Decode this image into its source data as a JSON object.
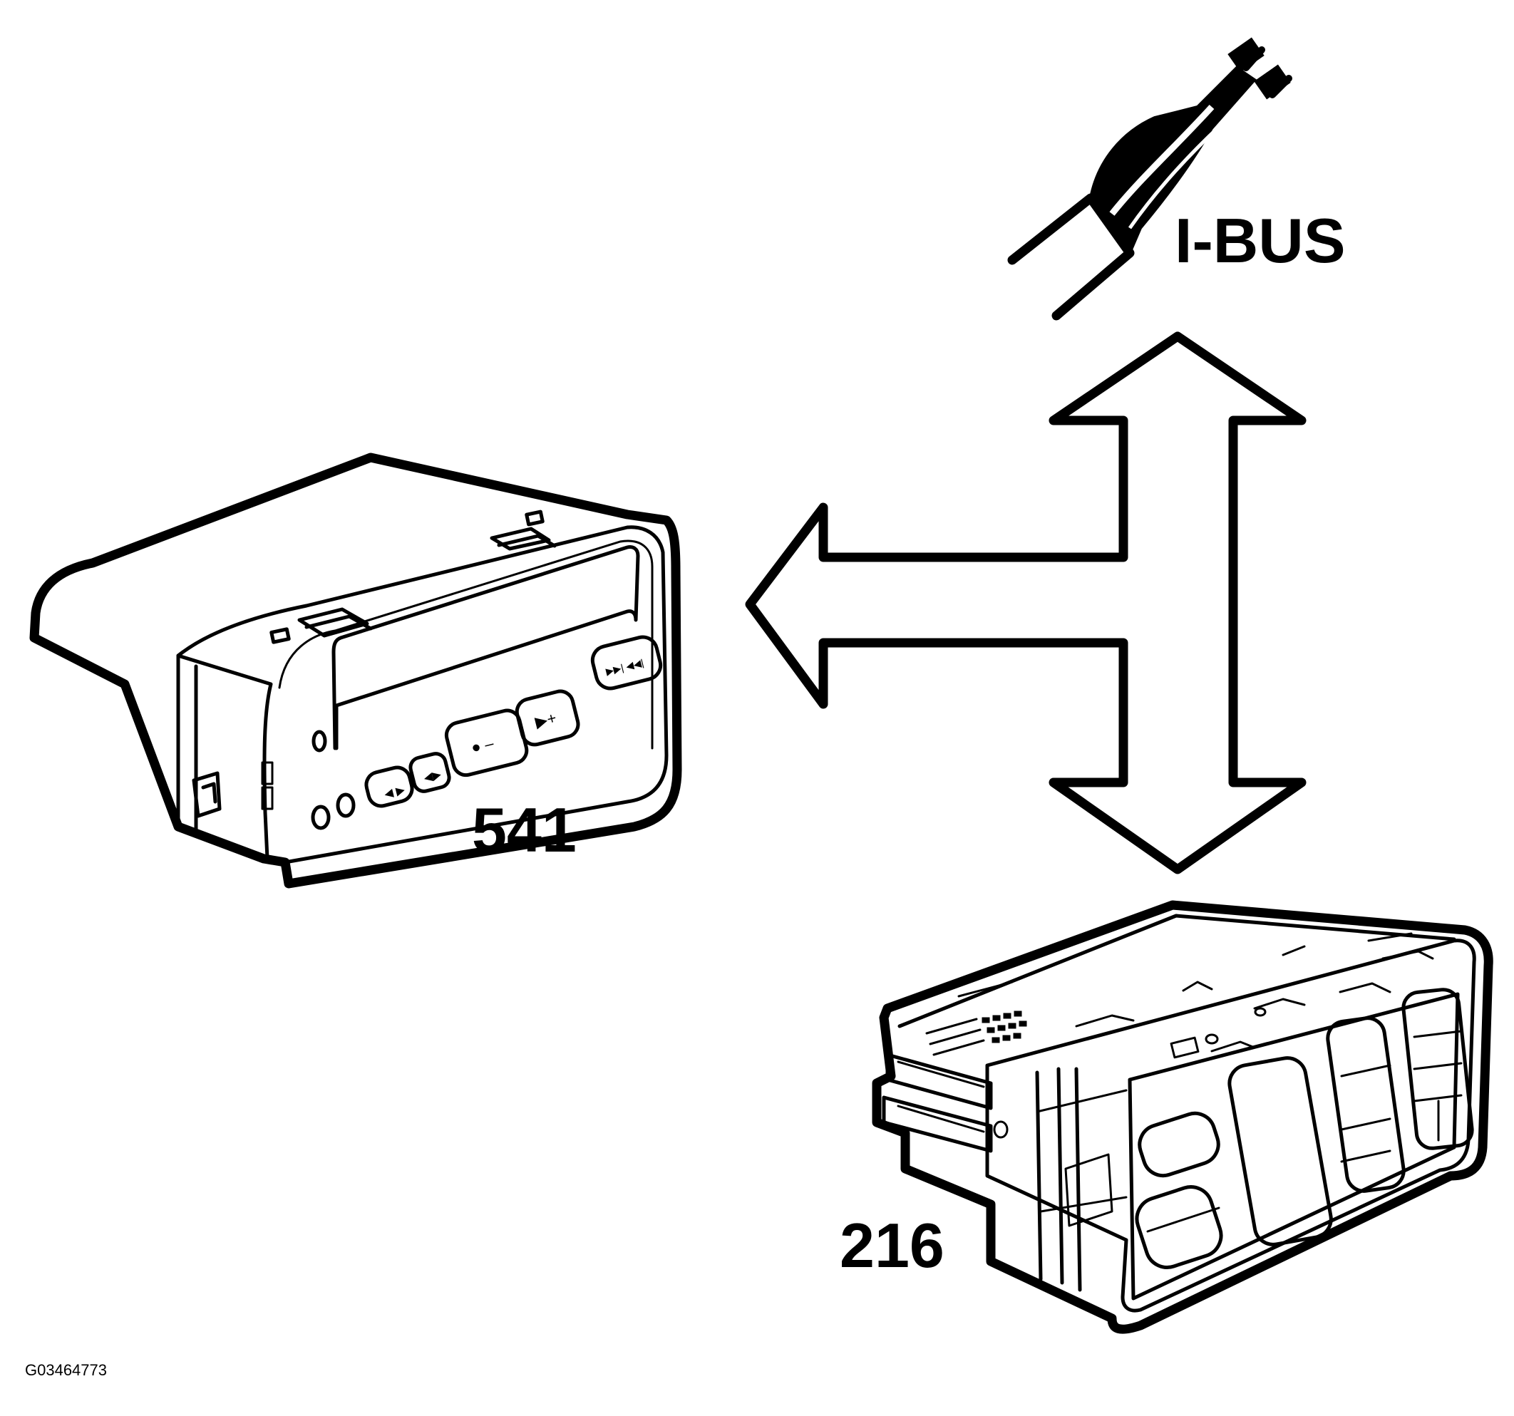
{
  "labels": {
    "bus": "I-BUS",
    "unit_left": "541",
    "unit_right": "216",
    "figure_id": "G03464773"
  },
  "colors": {
    "line": "#000000",
    "background": "#ffffff"
  }
}
